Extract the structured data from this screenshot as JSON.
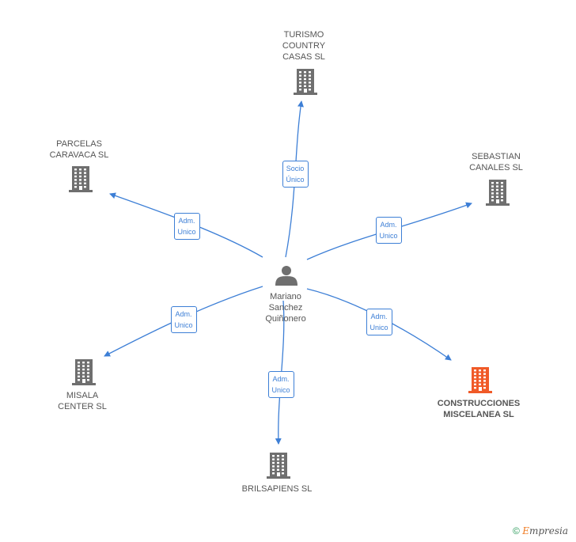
{
  "center": {
    "name": "Mariano\nSanchez\nQuiñonero",
    "icon": "person-icon"
  },
  "companies": [
    {
      "id": "turismo",
      "name": "TURISMO\nCOUNTRY\nCASAS SL",
      "icon": "building-icon",
      "highlight": false,
      "relation": "Socio\nÚnico"
    },
    {
      "id": "parcelas",
      "name": "PARCELAS\nCARAVACA SL",
      "icon": "building-icon",
      "highlight": false,
      "relation": "Adm.\nUnico"
    },
    {
      "id": "sebastian",
      "name": "SEBASTIAN\nCANALES SL",
      "icon": "building-icon",
      "highlight": false,
      "relation": "Adm.\nUnico"
    },
    {
      "id": "misala",
      "name": "MISALA\nCENTER  SL",
      "icon": "building-icon",
      "highlight": false,
      "relation": "Adm.\nUnico"
    },
    {
      "id": "brilsapiens",
      "name": "BRILSAPIENS SL",
      "icon": "building-icon",
      "highlight": false,
      "relation": "Adm.\nUnico"
    },
    {
      "id": "construcciones",
      "name": "CONSTRUCCIONES\nMISCELANEA SL",
      "icon": "building-icon",
      "highlight": true,
      "relation": "Adm.\nUnico"
    }
  ],
  "colors": {
    "edge": "#3d7fd6",
    "building": "#6f6f6f",
    "building_highlight": "#f05a28",
    "person": "#6f6f6f"
  },
  "watermark": {
    "copyright": "©",
    "brand_initial": "E",
    "brand_rest": "mpresia"
  }
}
